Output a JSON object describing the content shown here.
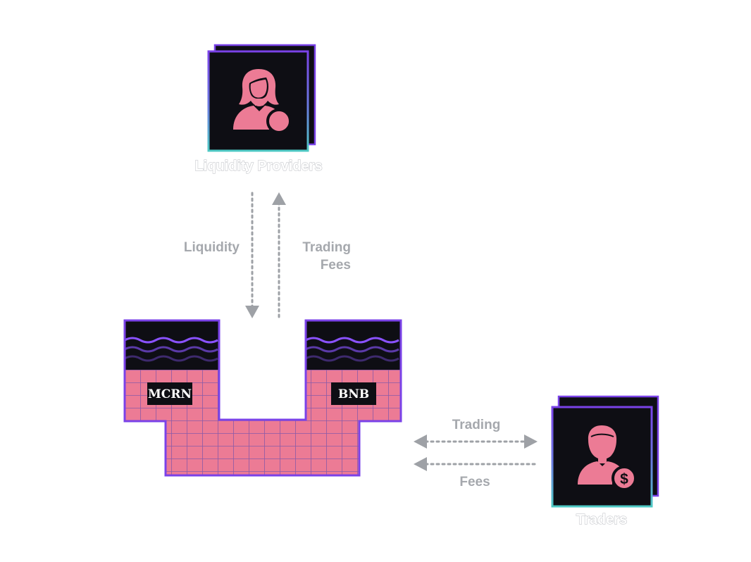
{
  "actors": {
    "liquidity_providers": {
      "label": "Liquidity Providers",
      "icon": "user-female-coin-icon"
    },
    "traders": {
      "label": "Traders",
      "icon": "user-male-dollar-icon",
      "badge_symbol": "$"
    }
  },
  "flows": {
    "liquidity": "Liquidity",
    "trading_fees_line1": "Trading",
    "trading_fees_line2": "Fees",
    "trading": "Trading",
    "fees": "Fees"
  },
  "pool": {
    "token_a": "MCRN",
    "token_b": "BNB"
  },
  "colors": {
    "pink": "#ec7b95",
    "dark": "#0e0e14",
    "purple": "#7a42e8",
    "teal": "#4ec9c4",
    "grid_line": "#8a5aa8",
    "arrow_gray": "#9ea1a6",
    "label_gray": "#a5a8ad",
    "wave_bright": "#8a52ff",
    "wave_mid": "#5b3aa8",
    "wave_dim": "#3e2a6e"
  }
}
